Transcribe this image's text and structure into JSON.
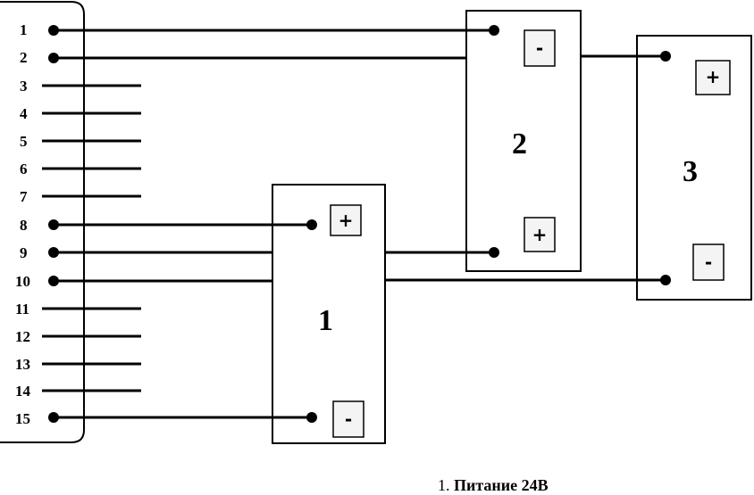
{
  "connector": {
    "pins": [
      "1",
      "2",
      "3",
      "4",
      "5",
      "6",
      "7",
      "8",
      "9",
      "10",
      "11",
      "12",
      "13",
      "14",
      "15"
    ]
  },
  "blocks": [
    {
      "id": "block-1",
      "label": "1"
    },
    {
      "id": "block-2",
      "label": "2"
    },
    {
      "id": "block-3",
      "label": "3"
    }
  ],
  "terminals": {
    "plus": "+",
    "minus": "-"
  },
  "caption": {
    "number": "1.",
    "text": "Питание 24В"
  },
  "colors": {
    "line": "#000000",
    "terminal_fill": "#f4f4f4",
    "background": "#ffffff"
  }
}
